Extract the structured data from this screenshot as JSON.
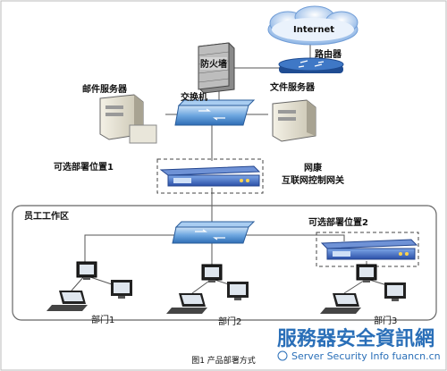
{
  "labels": {
    "internet": "Internet",
    "router": "路由器",
    "firewall": "防火墙",
    "mail_server": "邮件服务器",
    "switch": "交换机",
    "file_server": "文件服务器",
    "optional_position_1": "可选部署位置1",
    "product_name_line1": "网康",
    "product_name_line2": "互联网控制网关",
    "staff_area": "员工工作区",
    "optional_position_2": "可选部署位置2",
    "dept1": "部门1",
    "dept2": "部门2",
    "dept3": "部门3"
  },
  "caption": "图1 产品部署方式",
  "watermark": {
    "title": "服務器安全資訊網",
    "subtitle": "Server Security Info fuancn.cn"
  },
  "colors": {
    "line": "#555555",
    "switch_blue": "#3d7fc8",
    "router_blue": "#2d63b0",
    "watermark": "#2a6fb8"
  }
}
